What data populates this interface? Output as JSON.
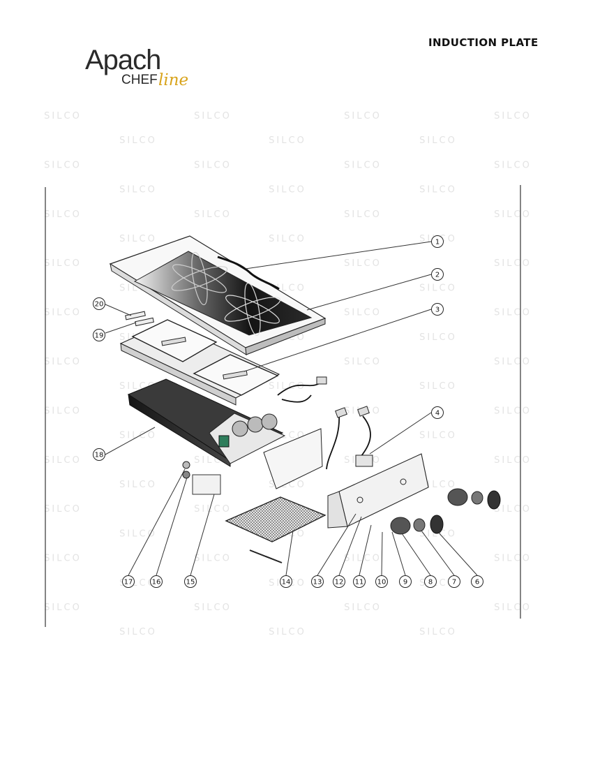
{
  "header": {
    "title": "INDUCTION PLATE"
  },
  "logo": {
    "brand": "Apach",
    "sub_brand": "CHEF",
    "sub_brand_script": "line"
  },
  "watermark": {
    "text": "SILCO"
  },
  "callouts": [
    "1",
    "2",
    "3",
    "4",
    "6",
    "7",
    "8",
    "9",
    "10",
    "11",
    "12",
    "13",
    "14",
    "15",
    "16",
    "17",
    "18",
    "19",
    "20"
  ]
}
